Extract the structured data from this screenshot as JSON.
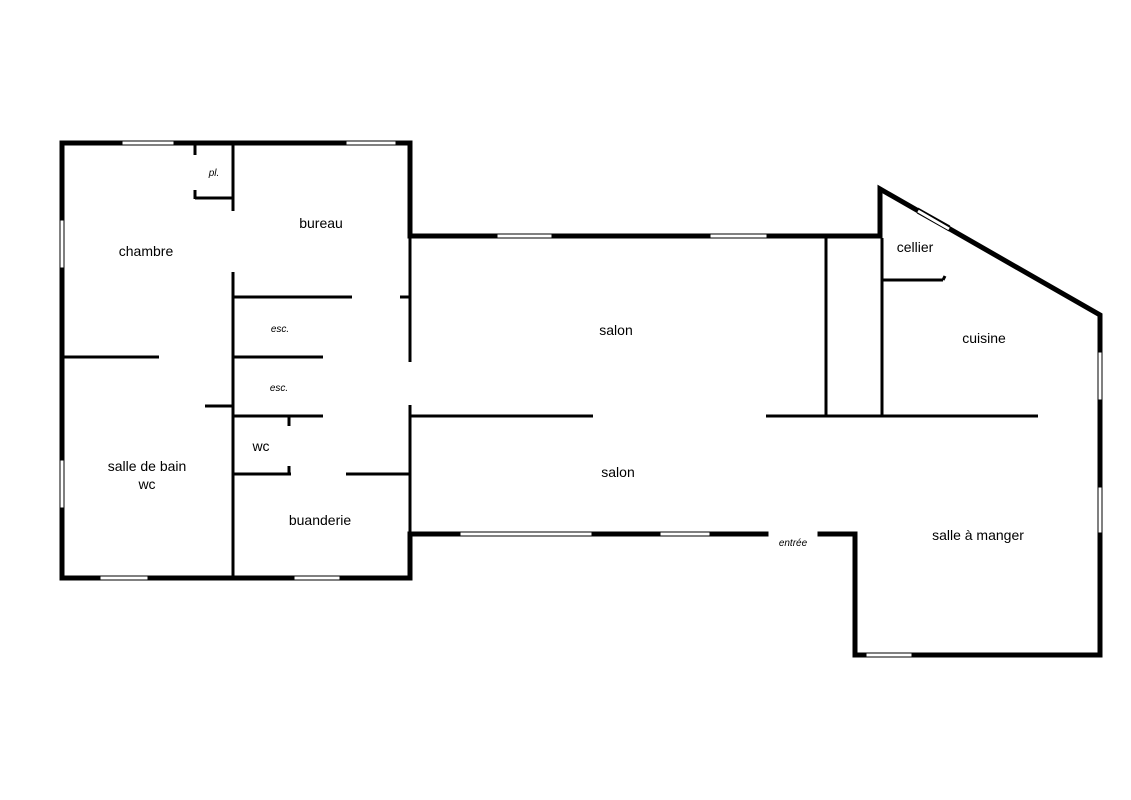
{
  "rooms": {
    "chambre": "chambre",
    "bureau": "bureau",
    "placard": "pl.",
    "escalier_1": "esc.",
    "escalier_2": "esc.",
    "wc": "wc",
    "salle_de_bain": "salle de bain",
    "salle_de_bain_wc": "wc",
    "buanderie": "buanderie",
    "salon_1": "salon",
    "salon_2": "salon",
    "cellier": "cellier",
    "cuisine": "cuisine",
    "salle_a_manger": "salle à manger",
    "entree": "entrée"
  }
}
